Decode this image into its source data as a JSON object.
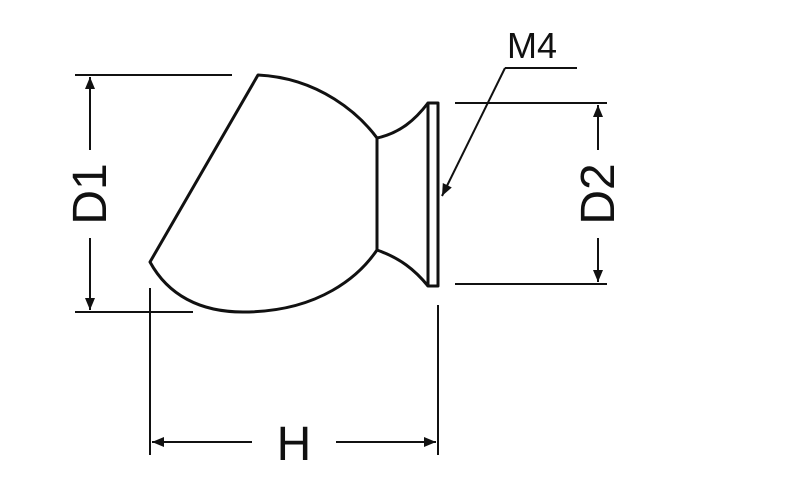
{
  "drawing": {
    "line_color": "#111111",
    "background": "#ffffff"
  },
  "dimensions": {
    "d1": "D1",
    "d2": "D2",
    "h": "H",
    "thread": "M4"
  }
}
